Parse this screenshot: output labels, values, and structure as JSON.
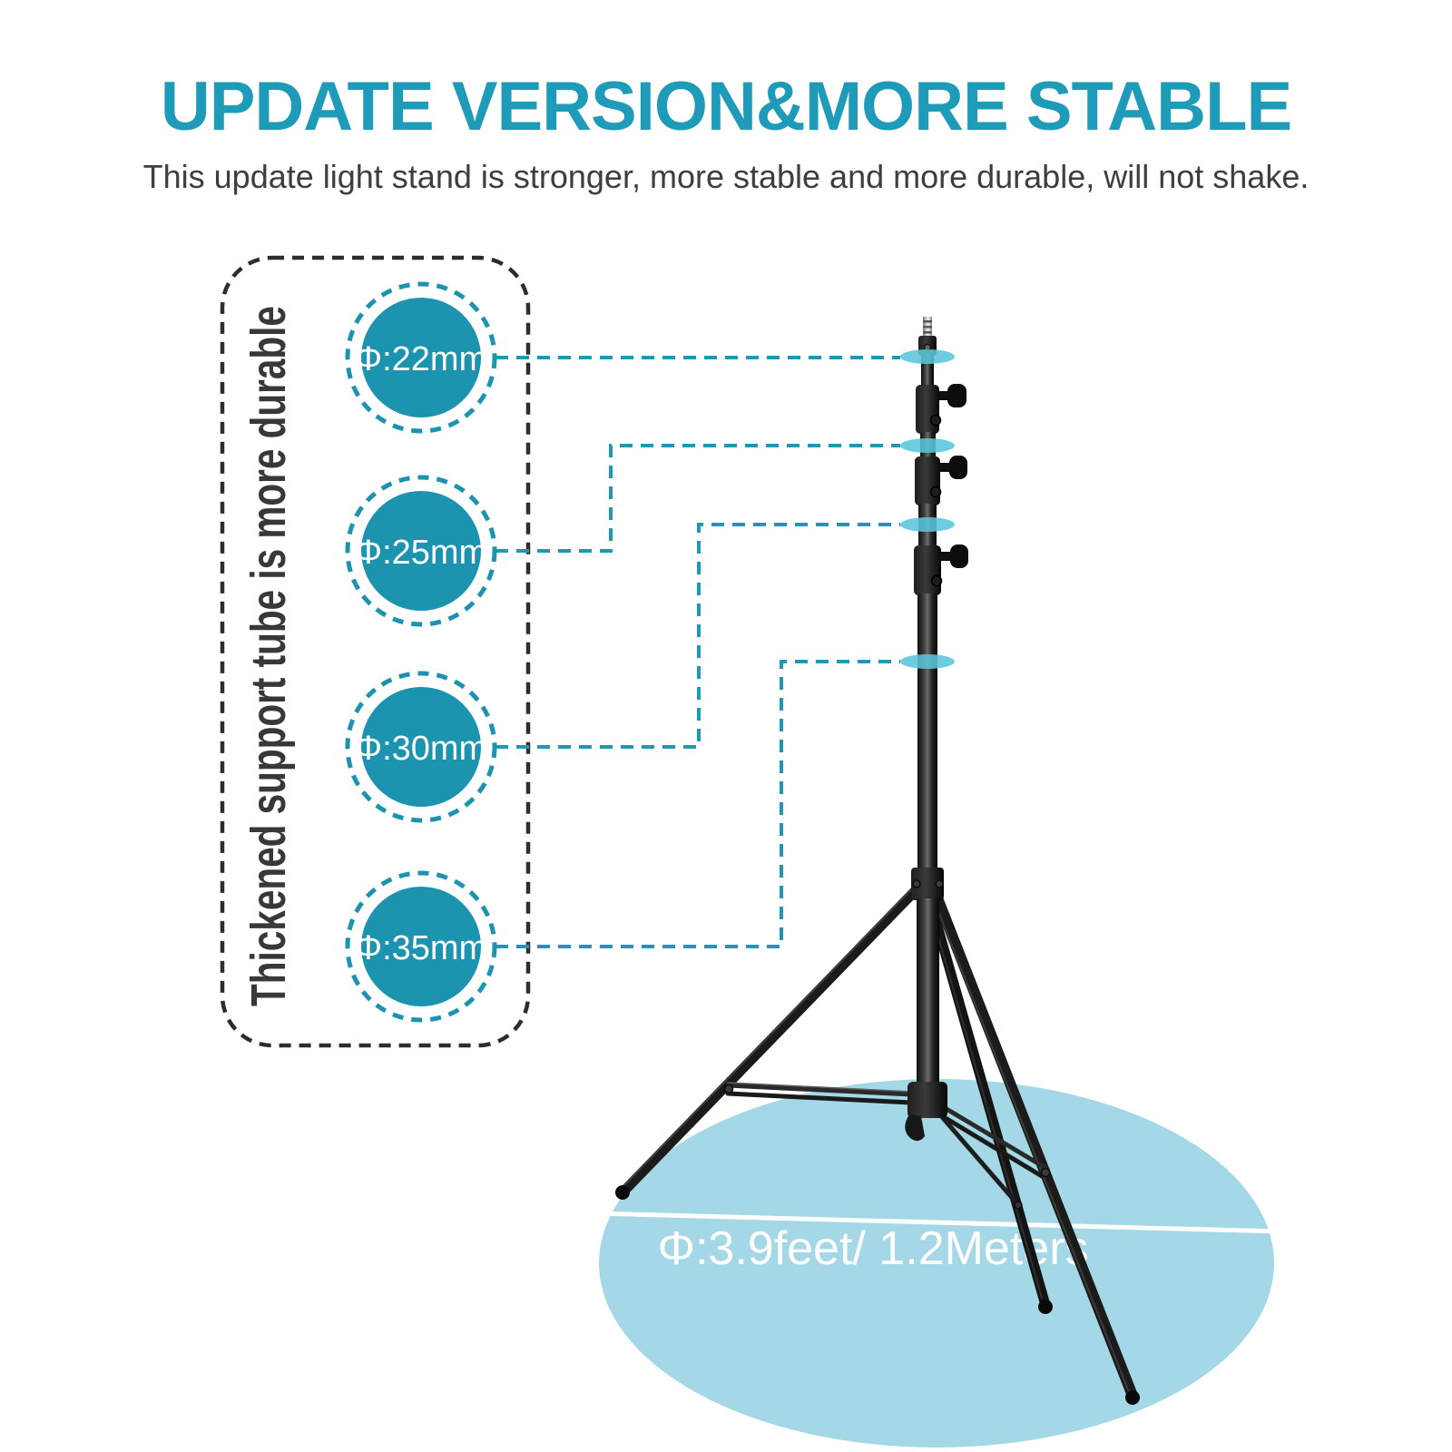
{
  "header": {
    "title": "UPDATE VERSION&MORE STABLE",
    "subtitle": "This update light stand is stronger, more stable and more durable, will not shake."
  },
  "feature_panel": {
    "vertical_label": "Thickened support tube is more durable",
    "circles": [
      {
        "label": "Φ:22mm"
      },
      {
        "label": "Φ:25mm"
      },
      {
        "label": "Φ:30mm"
      },
      {
        "label": "Φ:35mm"
      }
    ]
  },
  "base": {
    "diameter_label": "Φ:3.9feet/ 1.2Meters"
  },
  "colors": {
    "headline_teal": "#1d9bb9",
    "circle_teal": "#1c93af",
    "connector_teal": "#2097b4",
    "highlight_cyan": "#59c5da",
    "base_ellipse_blue": "#a4d8e6",
    "panel_dash_gray": "#2d2d2d",
    "dark_text": "#3e3e3e"
  }
}
